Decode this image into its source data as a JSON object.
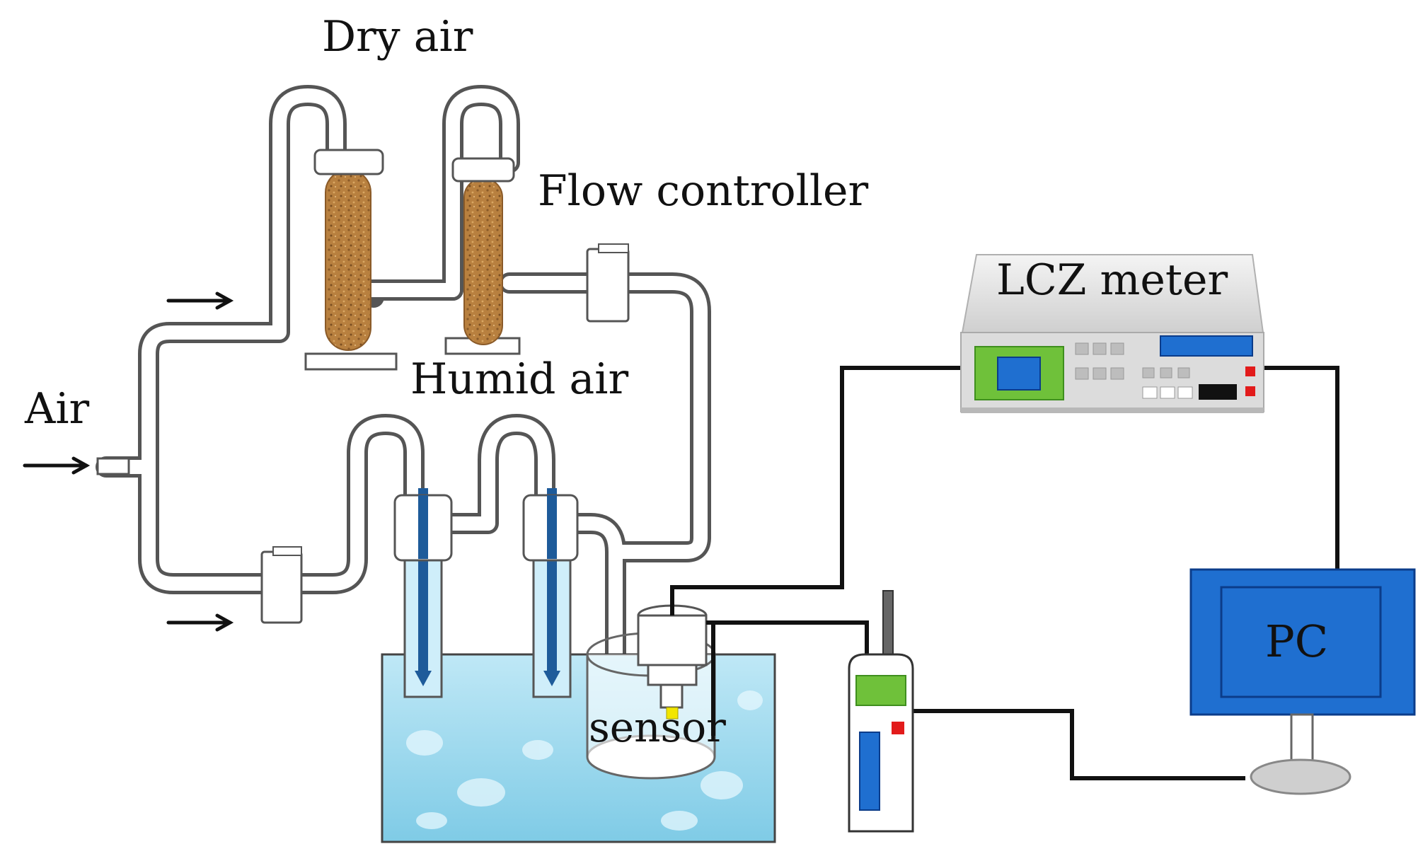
{
  "labels": {
    "dry_air": "Dry air",
    "flow_controller": "Flow controller",
    "lcz_meter": "LCZ meter",
    "humid_air": "Humid air",
    "air": "Air",
    "sensor": "sensor",
    "pc": "PC"
  },
  "colors": {
    "tube": "#555555",
    "desiccant": "#b8803f",
    "water": "#a8def0",
    "water_dark": "#6cc3e0",
    "dip_tube": "#1e5b9a",
    "monitor": "#1f6fd0",
    "monitor_border": "#0b3c8a",
    "meter_body": "#dcdcdc",
    "meter_display_green": "#6fc13a",
    "meter_display_blue": "#1f6fd0",
    "indicator_red": "#e21b1b",
    "indicator_yellow": "#f2e600",
    "wire": "#111111"
  },
  "icons": {
    "arrow": "right-arrow-icon",
    "monitor": "monitor-icon",
    "meter": "lcz-meter-icon",
    "logger": "handheld-logger-icon"
  }
}
